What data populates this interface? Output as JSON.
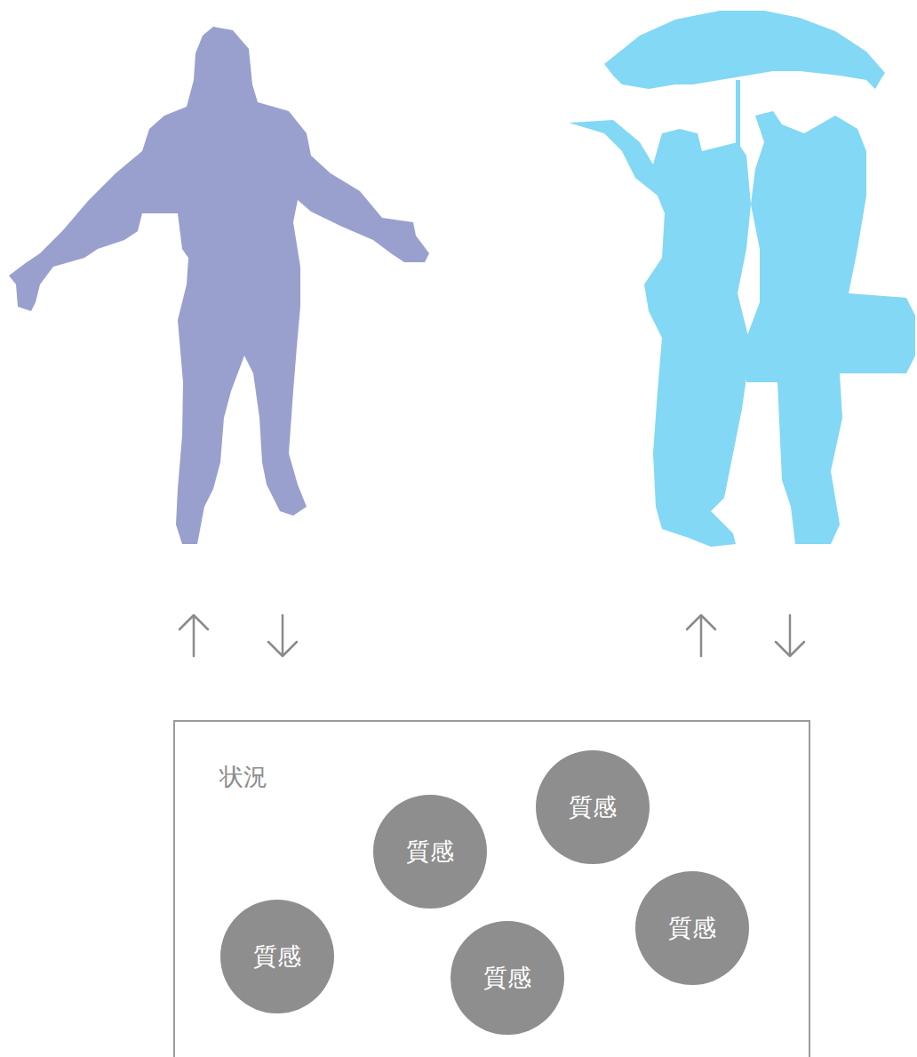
{
  "diagram": {
    "nodes": [
      {
        "text": [
          "状況"
        ]
      },
      {
        "text": [
          "質感"
        ],
        "in": 0
      },
      {
        "text": [
          "質感"
        ],
        "in": 0
      },
      {
        "text": [
          "質感"
        ],
        "in": 0
      },
      {
        "text": [
          "質感"
        ],
        "in": 0
      },
      {
        "text": [
          "質感"
        ],
        "in": 0
      }
    ]
  }
}
